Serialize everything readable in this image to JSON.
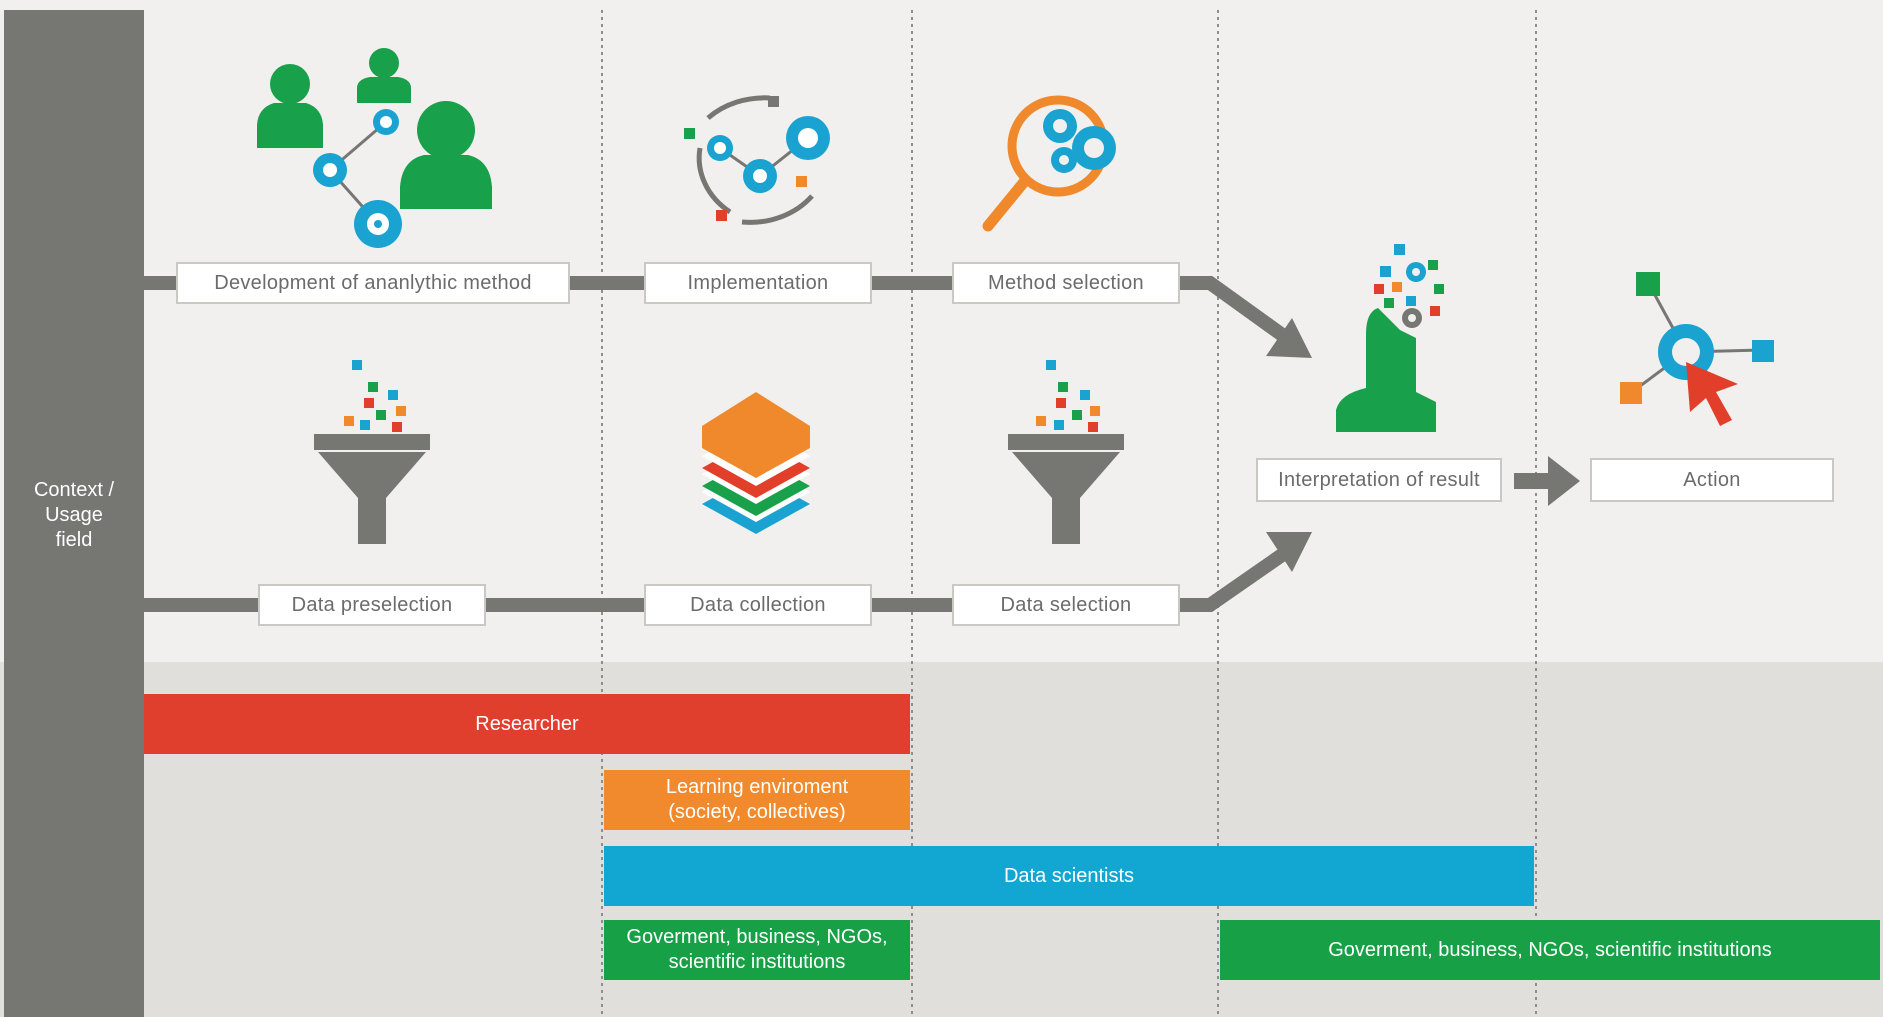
{
  "context_label": "Context /\nUsage\nfield",
  "top_row": {
    "development": "Development of ananlythic method",
    "implementation": "Implementation",
    "method_selection": "Method selection"
  },
  "bottom_row": {
    "data_preselection": "Data preselection",
    "data_collection": "Data collection",
    "data_selection": "Data selection"
  },
  "interpretation": "Interpretation of result",
  "action": "Action",
  "actors": {
    "researcher": "Researcher",
    "learning_line1": "Learning enviroment",
    "learning_line2": "(society, collectives)",
    "data_scientists": "Data scientists",
    "gov_left_line1": "Goverment, business, NGOs,",
    "gov_left_line2": "scientific institutions",
    "gov_right": "Goverment, business, NGOs, scientific institutions"
  },
  "colors": {
    "sidebar": "#767672",
    "process_bg": "#f1f0ee",
    "actors_bg": "#e0dfdb",
    "connector": "#767672",
    "green": "#18a04a",
    "blue": "#1aa3d0",
    "orange": "#f0892c",
    "red": "#e23f2b",
    "researcher_bar": "#df3f2c",
    "learning_bar": "#f08a2c",
    "scientists_bar": "#12a6d2",
    "gov_bar": "#17a045"
  },
  "icons": [
    "people-network-icon",
    "gear-cycle-icon",
    "magnifier-gears-icon",
    "funnel-icon",
    "data-layers-icon",
    "head-gears-icon",
    "gear-cursor-icon"
  ]
}
